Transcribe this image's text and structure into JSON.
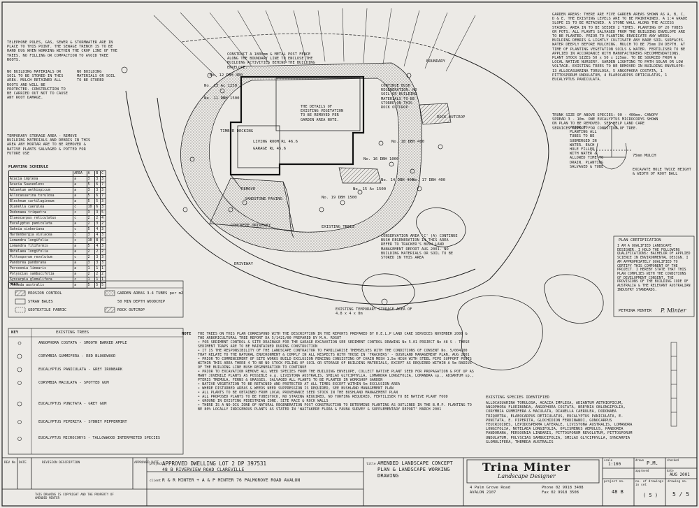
{
  "notes": {
    "telephone": "TELEPHONE POLES, GAS, SEWER & STORMWATER ARE IN PLACE TO THIS POINT. THE SEWAGE TRENCH IS TO BE HAND DUG WHEN WORKING WITHIN THE CROP LINE OF THE TREES. NO FILLING OR COMPACTION TO AVOID TREE ROOTS.",
    "building_materials": "NO BUILDING MATERIALS OR SOIL TO BE STORED IN THIS AREA. MULCH RETAINED ALL ROOTS AND WILL BE PROTECTED. CONSTRUCTION TO BE CARRIED OUT NOT TO CAUSE ANY ROOT DAMAGE.",
    "temporary_storage": "TEMPORARY STORAGE AREA - REMOVE BUILDING MATERIALS AND DEBRIS IN THIS AREA ANY MORTAR ARE TO BE REMOVED & NATIVE PLANTS SALVAGED & POTTED FOR FUTURE USE",
    "garden_areas": "GARDEN AREAS: THERE ARE FIVE GARDEN AREAS SHOWN AS A, B, C, D & E. THE EXISTING LEVELS ARE TO BE MAINTAINED. A 1:4 GRADE SLOPE IS TO BE RETAINED. A STONE WALL ALONG THE ACCESS STAIRS. AREA IN TO BE SEEDED 2 TIMES. PLANTING OF 20 TUBES OR POTS. ALL PLANTS SALVAGED FROM THE BUILDING ENVELOPE ARE TO BE PLANTED. PRIOR TO PLANTING ERADICATE ANY WEEDS. BUILDING DEBRIS & LIGHTLY CULTIVATE ANY BARE SOIL SURFACES. WATER DEEPLY BEFORE MULCHING. MULCH TO BE 75mm IN DEPTH. AT TIME OF PLANTING VEGETATION SOILS & WATER. FERTILISER TO BE APPLIED IN ACCORDANCE WITH MANUFACTURERS RECOMMENDATIONS. PLANT STOCK SIZES 50 x 50 x 125mm. TO BE SOURCED FROM A LOCAL NATIVE NURSERY. GARDEN LIGHTING TO PATH SOLAR OR LOW VOLTAGE. EXISTING TREES TO BE REMOVED IN BUILDING ENVELOPE: 13 ALLOCASUARINA TORULOSA, 5 ANGOPHORA COSTATA, 1 PITTOSPORUM UNDULATUM, 4 ELAEOCARPUS RETICULATUS, 1 EUCALYPTUS PANICULATA.",
    "trunk_size": "TRUNK SIZE OF ABOVE SPECIES: 90 - 400mm. CANOPY SPREAD 3 - 10m. ONE EUCALYPTUS MICROCORYS SHOWN ON PLAN TO BE REMOVED. SEE HELP LAND CARE SERVICES REPORT FOR CONDITION OF TREE.",
    "plant_detail": "PRIOR TO PLANTING ALL TUBES TO BE SUBMERGED IN WATER. EACH HOLE FILLED WITH WATER & ALLOWED TIME TO DRAIN. PLANTING SALVAGED & TUBE",
    "mulch": "75mm MULCH",
    "excavate": "EXCAVATE HOLE TWICE HEIGHT & WIDTH OF ROOT BALL",
    "conservation": "CONSERVATION AREA 'C' (A) CONTINUE BUSH REGENERATION IN THIS AREA REFER TO TRACKER'S BUSH LAND MANAGEMENT REPORT AUG 2001. NO BUILDING MATERIALS OR SOIL TO BE STORED IN THIS AREA",
    "existing_storage": "EXISTING TEMPORARY STORAGE AREA OF 4.8 x 4 x 8m",
    "fence": "CONSTRUCT A 1800mm & METAL POST FENCE ALONG THE BOUNDARY LINE TO ENCLOSE THE BUILDING ACTIVITIES BEHIND THE BUILDING ENVELOPE.",
    "dotted_area": "THE DETAILS OF EXISTING VEGETATION TO BE REMOVED PER GARDEN AREA NOTE.",
    "continue_regen": "CONTINUE BUSH REGENERATION. NO SOIL OR BUILDING MATERIALS TO BE STORED ON THIS ROCK OUTCROP",
    "remove_note": "NO BUILDING MATERIALS OR SOIL TO BE STORED"
  },
  "plan_labels": {
    "living": "LIVING ROOM RL 46.6",
    "garage": "GARAGE RL 45.6",
    "timber_decking": "TIMBER DECKING",
    "concrete_driveway": "CONCRETE DRIVEWAY",
    "sandstone_paving": "SANDSTONE PAVING",
    "existing_trees": "EXISTING TREES",
    "boundary": "BOUNDARY",
    "rock_outcrop": "ROCK OUTCROP",
    "remove": "REMOVE",
    "driveway": "DRIVEWAY",
    "trees": [
      "No. 13 Ac 1250",
      "No. 11 DBH 1500",
      "No. 16 DBH 1000",
      "No. 14 DBH 400",
      "No. 15 Ac 1500",
      "No. 17 DBH 400",
      "No. 19 DBH 1500",
      "No. 12 DBH 400",
      "No. 18 DBH 400"
    ]
  },
  "planting_schedule": {
    "title": "PLANTING SCHEDULE",
    "headers": [
      "",
      "AREA",
      "A",
      "B",
      "C"
    ],
    "rows": [
      [
        "Acacia implexa",
        "a",
        "3",
        "3",
        "3"
      ],
      [
        "Acacia Suaveolens",
        "a",
        "5",
        "6",
        "7"
      ],
      [
        "Adiantum aethiopicum",
        "a",
        "3",
        "3",
        "3"
      ],
      [
        "Allocasuarina torulosa",
        "a",
        "5",
        "6",
        "7"
      ],
      [
        "Blechnum cartilagineum",
        "a",
        "5",
        "5",
        "3"
      ],
      [
        "Dianella caerulea",
        "c",
        "10",
        "6",
        "3"
      ],
      [
        "Dodonaea triquetra",
        "c",
        "3",
        "3",
        "5"
      ],
      [
        "Elaeocarpus reticulatus",
        "c",
        "2",
        "2",
        "4"
      ],
      [
        "Eucalyptus paniculata",
        "a",
        "2",
        "3",
        "2"
      ],
      [
        "Gahnia sieberiana",
        "c",
        "5",
        "4",
        "3"
      ],
      [
        "Hardenbergia violacea",
        "c",
        "3",
        "4",
        "3"
      ],
      [
        "Lomandra longifolia",
        "c",
        "10",
        "8",
        "6"
      ],
      [
        "Lomandra filiformis",
        "a",
        "5",
        "4",
        "3"
      ],
      [
        "Notelaea longifolia",
        "a",
        "2",
        "2",
        "2"
      ],
      [
        "Pittosporum revolutum",
        "c",
        "2",
        "3",
        "3"
      ],
      [
        "Pandorea pandorana",
        "a",
        "3",
        "3",
        "3"
      ],
      [
        "Persoonia linearis",
        "a",
        "1",
        "1",
        "1"
      ],
      [
        "Polyscias sambucifolia",
        "a",
        "2",
        "2",
        "2"
      ],
      [
        "Syncarpia glomulifera",
        "c",
        "1",
        "1",
        "1"
      ],
      [
        "Themeda australis",
        "a",
        "5",
        "5",
        "5"
      ]
    ]
  },
  "key1": {
    "title": "KEY",
    "items": [
      {
        "left": "EROSION CONTROL",
        "right": "GARDEN AREAS 3-4 TUBES per m2"
      },
      {
        "left": "STRAW BALES",
        "right": "50 MIN DEPTH WOODCHIP"
      },
      {
        "left": "GEOTEXTILE FABRIC",
        "right": "ROCK OUTCROP"
      }
    ]
  },
  "key2": {
    "title": "KEY",
    "header": "EXISTING TREES",
    "items": [
      "ANGOPHORA COSTATA - SMOOTH BARKED APPLE",
      "CORYMBIA GUMMIFERA - RED BLOODWOOD",
      "EUCALYPTUS PANICULATA - GREY IRONBARK",
      "CORYMBIA MACULATA - SPOTTED GUM",
      "EUCALYPTUS PUNCTATA - GREY GUM",
      "EUCALYPTUS PIPERITA - SYDNEY PEPPERMINT",
      "EUCALYPTUS MICROCORYS - TALLOWWOOD INTERPRETED SPECIES"
    ]
  },
  "main_notes": {
    "title": "NOTE",
    "text": "THE TREES ON THIS PLAN CORRESPOND WITH THE DESCRIPTION IN THE REPORTS PREPARED BY H.E.L.P LAND CARE SERVICES NOVEMBER 2000 & THE ARBORICULTURAL TREE REPORT DA 5/1421/00 PREPARED BY M.A. ROSUT\n• FOR SEDIMENT CONTROL & SITE DRAINAGE FOR THE GARAGE EXCAVATION SEE SEDIMENT CONTROL DRAWING No 5.01 PROJECT No 48 S - THESE SEDIMENT TRAPS ARE TO BE MAINTAINED DURING CONSTRUCTION\n• IT IS THE RESPONSIBILITY OF THE LANDSCAPE CONTRACTOR TO FAMILIARISE THEMSELVES WITH THE CONDITIONS OF CONSENT No. 5/004/00 THAT RELATE TO THE NATURAL ENVIRONMENT & COMPLY IN ALL RESPECTS WITH THOSE IN 'TRACKERS' - BUSHLAND MANAGEMENT PLAN, AUG 2001\n• PRIOR TO COMMENCEMENT OF SITE WORKS BUILD EXCLUSION FENCING CONSISTING OF CHAIN MESH 1.5m HIGH WITH STEEL PIPE SUPPORT POSTS WITHIN THIS AREA THERE 4 TO BE NO STOCK PILING OF SOIL OR STORAGE OF BUILDING MATERIALS, EXCEPT AS REQUIRED WITHIN A 5m RADIUS OF THE BUILDING LINE BUSH REGENERATION TO CONTINUE\n• PRIOR TO EXCAVATION REMOVE ALL WEED SPECIES FROM THE BUILDING ENVELOPE, COLLECT NATIVE PLANT SEED FOR PROPAGATION & POT UP AS MANY JUVENILE PLANTS AS POSSIBLE e.g. LIVISTONA AUSTRALIS, SMILAX GLYCIPHYLLA, LOMANDRA LONGIFOLIA, LOMANDRA sp., ADIANTUM sp., PTERIS TREMULA, FERNS & GRASSES, SALVAGED ALL PLANTS TO BE PLANTED IN WORKSHOP GARDEN\n• NATIVE VEGETATION TO BE RETAINED AND PROTECTED AT ALL TIMES EXCEPT WITHIN 5m EXCLUSION AREA\n• WHERE DISTURBED AREAS & WEEDS NEED SUPPRESSION IS REQUIRED, SEE BUSHLAND MANAGEMENT PLAN\n• ALL PLANTS TO BE OBTAINED FROM LOCAL PROVENANCE SEED STOCK IN THE BUSHLAND MANAGEMENT PLAN\n• ALL PROPOSED PLANTS TO BE TUBESTOCK, NO STAKING REQUIRED, NO TURFING REQUIRED, FERTILISER TO BE NATIVE PLANT FOOD\n• GROUND IN EXISTING PEDESTRIAN ZONE, SITE RACE & ROCK WALLS\n• THERE IS A NO-DIG ZONE OF NATURAL REGENERATION POST CONSTRUCTION TO DETERMINE PLANTING AS OUTLINED IN THE B.M.P. PLANTING TO BE 80% LOCALLY INDIGENOUS PLANTS AS STATED IN 'WAITAKERE FLORA & FAUNA SURVEY & SUPPLEMENTARY REPORT' MARCH 2001"
  },
  "existing_species": {
    "title": "EXISTING SPECIES IDENTIFIED",
    "text": "ALLOCASUARINA TORULOSA, ACACIA IMPLEXA, ADIANTUM AETHIOPICUM, ANGOPHORA FLORIBUNDA, ANGOPHORA COSTATA, BREYNIA OBLONGIFOLIA, CORYMBIA GUMMIFERA & MACULATA, DIANELLA CAERULEA, DODONAEA TRIQUETRA, ELAEOCARPUS RETICULATUS, EUCALYPTUS PANICULATA, E. PUNCTATA, E. PIPERITA, GLOCHIDION FERDINANDI, GONOCARPUS TEUCRIOIDES, LEPIDOSPERMA LATERALE, LIVISTONA AUSTRALIS, LOMANDRA LONGIFOLIA, NOTELAEA LONGIFOLIA, OPLISMENUS AEMULUS, PANDOREA PANDORANA, PERSOONIA LINEARIS, PITTOSPORUM REVOLUTUM, PITTOSPORUM UNDULATUM, POLYSCIAS SAMBUCIFOLIA, SMILAX GLYCIPHYLLA, SYNCARPIA GLOMULIFERA, THEMEDA AUSTRALIS"
  },
  "certification": {
    "title": "PLAN CERTIFICATION",
    "text": "I AM A QUALIFIED LANDSCAPE DESIGNER. I HOLD THE FOLLOWING QUALIFICATIONS: BACHELOR OF APPLIED SCIENCE IN ENVIRONMENTAL DESIGN. I AM APPROPRIATELY QUALIFIED TO CERTIFY THIS COMPONENT OF THE PROJECT. I HEREBY STATE THAT THIS PLAN COMPLIES WITH THE CONDITIONS OF DEVELOPMENT CONSENT, THE PROVISIONS OF THE BUILDING CODE OF AUSTRALIA & THE RELEVANT AUSTRALIAN INDUSTRY STANDARDS.",
    "signer": "PETRINA MINTER",
    "signature": "P. Minter"
  },
  "title_block": {
    "rev_labels": [
      "REV No",
      "DATE",
      "REVISION DESCRIPTION",
      "APPROVED DATE"
    ],
    "copyright": "THIS DRAWING IS COPYRIGHT AND THE PROPERTY OF AMENDED MINTER",
    "project_label": "project",
    "project": "APPROVED DWELLING LOT 2 DP 397531",
    "address": "48 B RIVERVIEW ROAD CLAREVILLE",
    "client_label": "client",
    "client": "R & R MINTER + A & P MINTER 76 PALMGROVE ROAD AVALON",
    "title_label": "title",
    "title": "AMENDED LANDSCAPE CONCEPT PLAN & LANDSCAPE WORKING DRAWING",
    "company": "Trina Minter",
    "company_sub": "Landscape Designer",
    "company_address": "4 Palm Grove Road\nAVALON 2107",
    "phone": "Phone 02 9918 3408",
    "fax": "Fax 02 9918 3508",
    "scale_label": "scale",
    "scale": "1:100",
    "drawn_label": "drawn",
    "drawn": "P.M.",
    "checked_label": "checked",
    "approved_label": "approved",
    "date_label": "date",
    "date": "AUG 2001",
    "project_no_label": "project no.",
    "project_no": "48 B",
    "no_drawings_label": "no. of drawings in set",
    "no_drawings": "( 5 )",
    "drawing_no_label": "drawing no.",
    "drawing_no": "5 / 5"
  }
}
